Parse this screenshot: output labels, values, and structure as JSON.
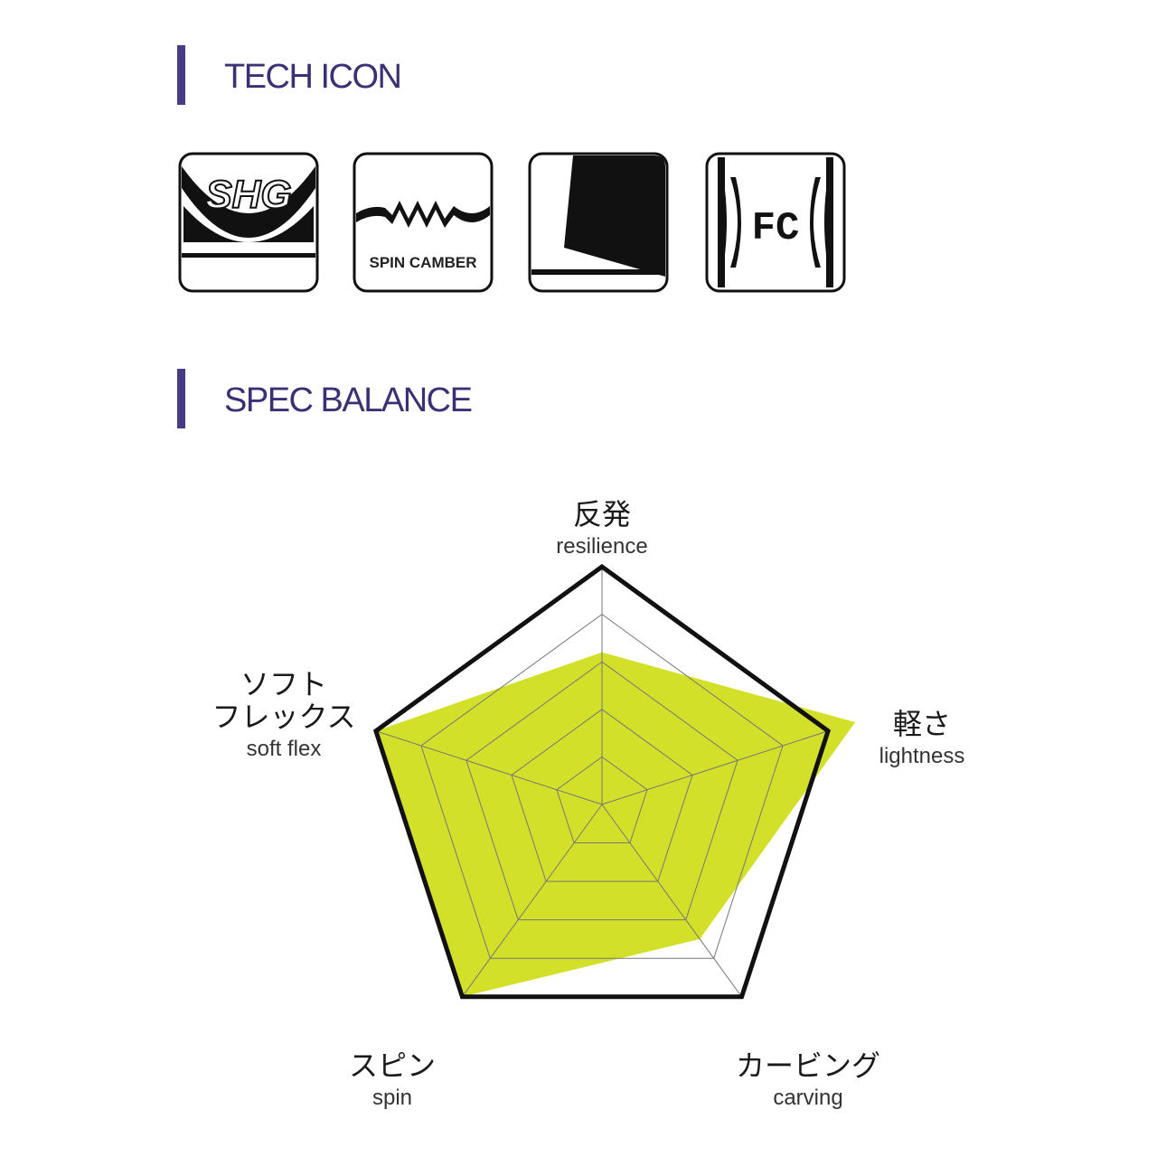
{
  "sections": {
    "tech": {
      "title": "TECH ICON"
    },
    "spec": {
      "title": "SPEC BALANCE"
    }
  },
  "tech_icons": [
    {
      "name": "shg-icon",
      "label": "SHG"
    },
    {
      "name": "spin-camber-icon",
      "label": "SPIN CAMBER"
    },
    {
      "name": "sidewall-icon",
      "label": ""
    },
    {
      "name": "fc-icon",
      "label": "FC"
    }
  ],
  "colors": {
    "accent_bar": "#4a3b86",
    "title_text": "#3a3075",
    "radar_fill": "#d3e029",
    "radar_outline": "#111111",
    "grid": "#777777"
  },
  "chart_data": {
    "type": "radar",
    "levels": 5,
    "range": [
      0,
      5
    ],
    "axes": [
      {
        "ja": "反発",
        "en": "resilience",
        "value": 3.2
      },
      {
        "ja": "軽さ",
        "en": "lightness",
        "value": 5.6
      },
      {
        "ja": "カービング",
        "en": "carving",
        "value": 3.5
      },
      {
        "ja": "スピン",
        "en": "spin",
        "value": 5.0
      },
      {
        "ja": "ソフト\nフレックス",
        "en": "soft flex",
        "value": 5.0
      }
    ]
  }
}
